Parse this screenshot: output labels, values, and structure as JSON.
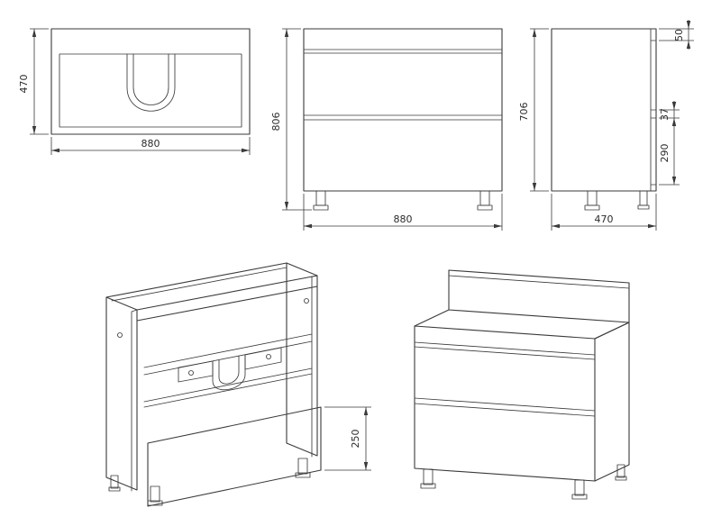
{
  "style": {
    "bg": "#ffffff",
    "line_color": "#3a3a3a",
    "text_color": "#2b2b2b"
  },
  "views": {
    "top": {
      "width": "880",
      "depth": "470"
    },
    "front": {
      "width": "880",
      "height": "806"
    },
    "side": {
      "depth": "470",
      "height": "706",
      "top_gap": "50",
      "drawer_gap": "37",
      "bottom_drawer_height": "290"
    },
    "iso_open": {
      "bottom_drawer_front": "250"
    }
  }
}
